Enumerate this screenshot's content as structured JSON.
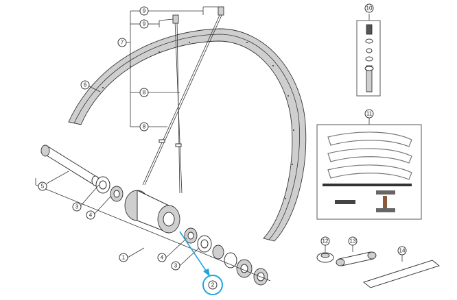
{
  "callouts": {
    "c1": "1",
    "c2": "2",
    "c3a": "3",
    "c3b": "3",
    "c4a": "4",
    "c4b": "4",
    "c5": "5",
    "c6": "6",
    "c7": "7",
    "c8a": "8",
    "c8b": "8",
    "c9a": "9",
    "c9b": "9",
    "c10": "10",
    "c11": "11",
    "c12": "12",
    "c13": "13",
    "c14": "14"
  },
  "colors": {
    "highlight": "#1fa3e0",
    "rim_fill": "#cfcfcf",
    "line": "#333333"
  }
}
